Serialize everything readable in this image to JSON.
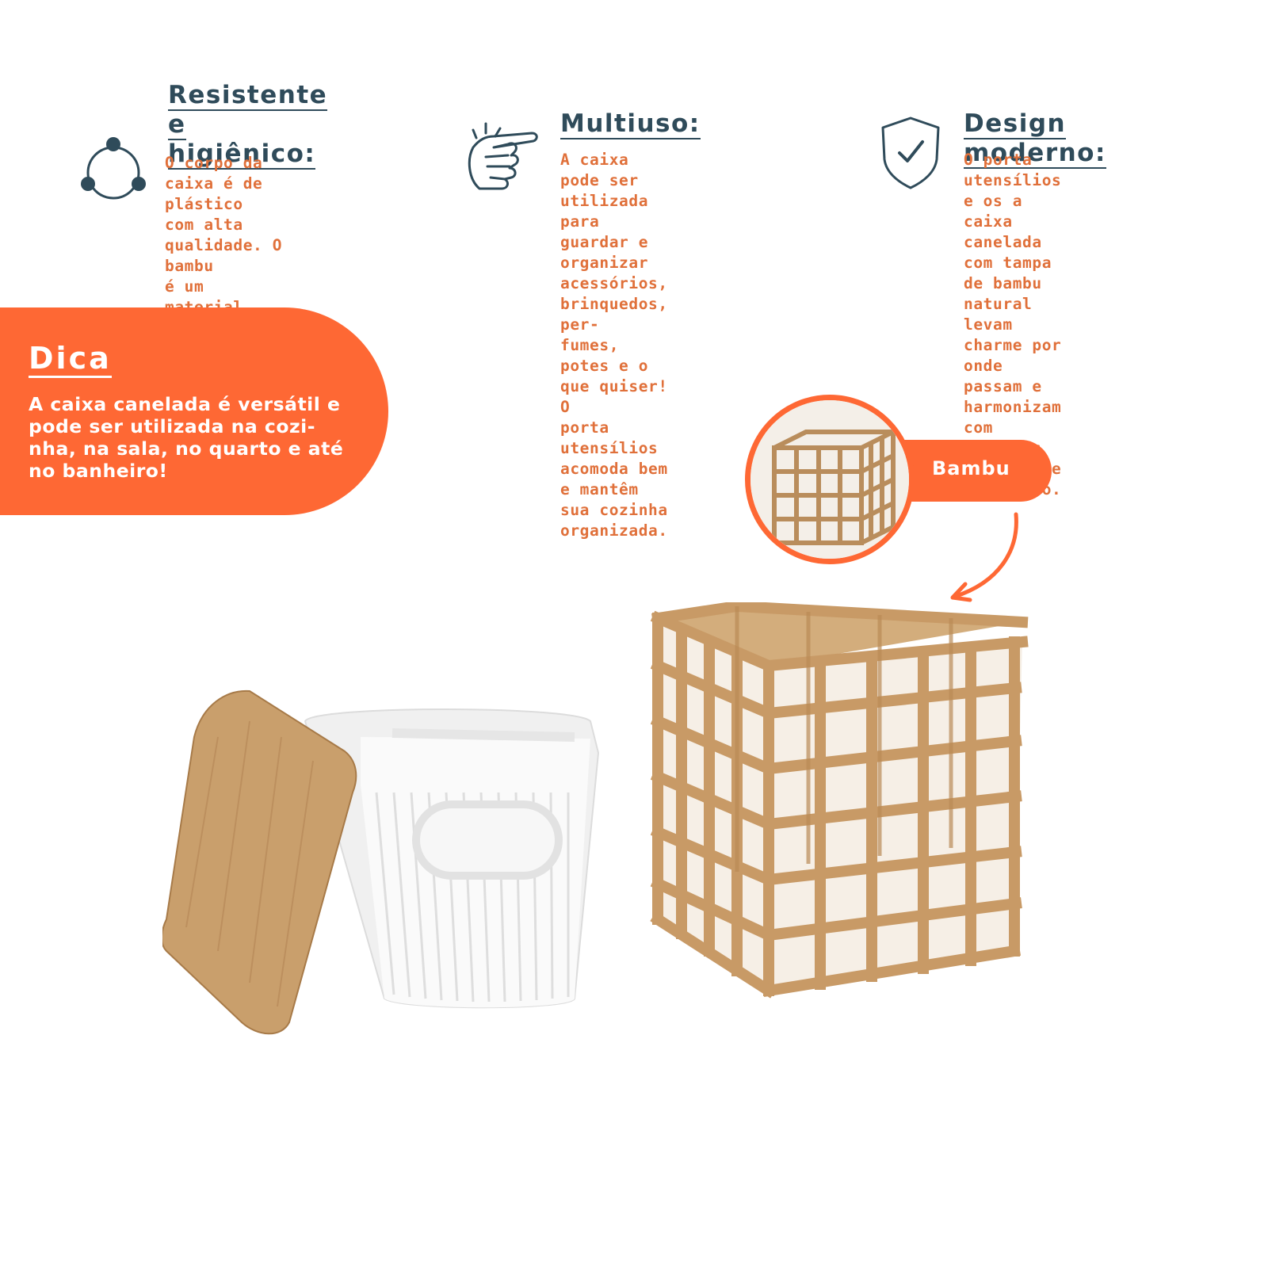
{
  "features": [
    {
      "title_lines": [
        "Resistente e",
        "higiênico:"
      ],
      "body": "O corpo da caixa é de plástico\ncom alta qualidade. O bambu\né um material durável e\npossui propriedades que\nevitam a proliferação de bac-\ntérias.",
      "icon": "cycle-icon"
    },
    {
      "title_lines": [
        "Multiuso:"
      ],
      "body": "A caixa pode ser utilizada\npara guardar e organizar\nacessórios, brinquedos, per-\nfumes, potes e o que quiser! O\nporta utensílios acomoda bem\ne mantêm sua cozinha\norganizada.",
      "icon": "pointing-hand-icon"
    },
    {
      "title_lines": [
        "Design moderno:"
      ],
      "body": "O porta utensílios e os a caixa\ncanelada com tampa de bambu\nnatural levam charme por\nonde passam e harmonizam\ncom diversos estilos de\ndecoração.",
      "icon": "shield-check-icon"
    }
  ],
  "dica": {
    "title": "Dica",
    "body": "A caixa canelada é versátil e\npode ser utilizada na cozi-\nnha, na sala, no quarto e até\nno banheiro!"
  },
  "callout": {
    "label": "Bambu"
  },
  "colors": {
    "accent": "#fe6834",
    "title": "#2f4b5a",
    "body": "#e0703a",
    "bamboo": "#c9a06a",
    "bamboo_dark": "#a87a46"
  }
}
